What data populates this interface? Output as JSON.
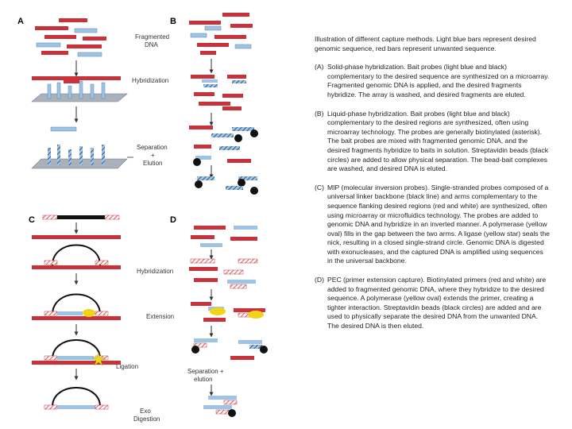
{
  "panels": {
    "A": "A",
    "B": "B",
    "C": "C",
    "D": "D"
  },
  "labels": {
    "fragmented": "Fragmented",
    "dna": "DNA",
    "hybridization_ab": "Hybridization",
    "separation": "Separation",
    "plus": "+",
    "elution": "Elution",
    "hybridization_cd": "Hybridization",
    "extension": "Extension",
    "ligation": "Ligation",
    "separation_plus": "Separation +",
    "elution_lower": "elution",
    "exo": "Exo",
    "digestion": "Digestion"
  },
  "caption": {
    "intro": "Illustration of different capture methods. Light blue bars represent desired genomic sequence, red bars represent unwanted sequence.",
    "items": [
      {
        "letter": "(A)",
        "text": "Solid-phase hybridization. Bait probes (light blue and black) complementary to the desired sequence are synthesized on a microarray. Fragmented genomic DNA is applied, and the desired fragments hybridize. The array is washed, and desired fragments are eluted."
      },
      {
        "letter": "(B)",
        "text": "Liquid-phase hybridization. Bait probes (light blue and black) complementary to the desired regions are synthesized, often using microarray technology. The probes are generally biotinylated (asterisk). The bait probes are mixed with fragmented genomic DNA, and the desired fragments hybridize to baits in solution. Streptavidin beads (black circles) are added to allow physical separation. The bead-bait complexes are washed, and desired DNA is eluted."
      },
      {
        "letter": "(C)",
        "text": "MIP (molecular inversion probes). Single-stranded probes composed of a universal linker backbone (black line) and arms complementary to the sequence flanking desired regions (red and white) are synthesized, often using microarray or microfluidics technology. The probes are added to genomic DNA and hybridize in an inverted manner. A polymerase (yellow oval) fills in the gap between the two arms. A ligase (yellow star) seals the nick, resulting in a closed single-strand circle. Genomic DNA is digested with exonucleases, and the captured DNA is amplified using sequences in the universal backbone."
      },
      {
        "letter": "(D)",
        "text": "PEC (primer extension capture). Biotinylated primers (red and white) are added to fragmented genomic DNA, where they hybridize to the desired sequence. A polymerase (yellow oval) extends the primer, creating a tighter interaction. Streptavidin beads (black circles) are added and are used to physically separate the desired DNA from the unwanted DNA. The desired DNA is then eluted."
      }
    ]
  },
  "colors": {
    "red": "#c8323a",
    "light_blue": "#9ec3e4",
    "grey_plate": "#a9b2bc",
    "black": "#111111",
    "yellow": "#f1d31a"
  }
}
